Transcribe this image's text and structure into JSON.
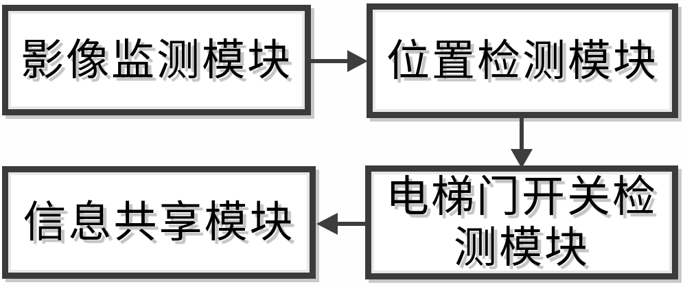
{
  "diagram": {
    "title": "elevator-door-monitoring-module-flowchart",
    "colors": {
      "background": "#fefefe",
      "node_border": "#3b3b3b",
      "node_fill": "#ffffff",
      "drop_shadow": "#c9c9c9",
      "text": "#000000",
      "text_shadow": "#c4c4c4",
      "arrow": "#3d3d3d"
    },
    "nodes": [
      {
        "id": "image-monitoring",
        "label": "影像监测模块"
      },
      {
        "id": "position-detection",
        "label": "位置检测模块"
      },
      {
        "id": "door-detection",
        "label": "电梯门开关检测模块"
      },
      {
        "id": "info-sharing",
        "label": "信息共享模块"
      }
    ],
    "edges": [
      {
        "from": "image-monitoring",
        "to": "position-detection",
        "direction": "right"
      },
      {
        "from": "position-detection",
        "to": "door-detection",
        "direction": "down"
      },
      {
        "from": "door-detection",
        "to": "info-sharing",
        "direction": "left"
      }
    ]
  }
}
